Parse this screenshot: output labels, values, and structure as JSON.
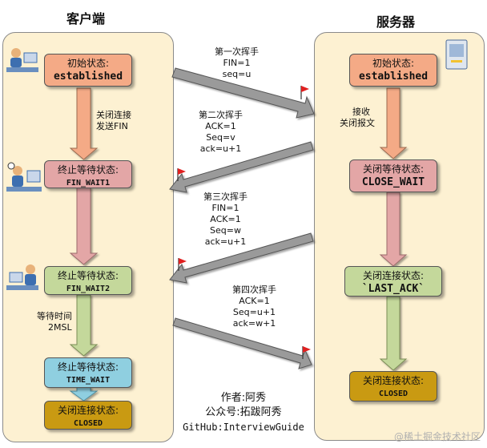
{
  "client": {
    "title": "客户端",
    "states": [
      {
        "label": "初始状态:",
        "state": "established",
        "color": "#f4aa86"
      },
      {
        "label": "终止等待状态:",
        "state": "FIN_WAIT1",
        "color": "#e3a6a6"
      },
      {
        "label": "终止等待状态:",
        "state": "FIN_WAIT2",
        "color": "#c4d89b"
      },
      {
        "label": "终止等待状态:",
        "state": "TIME_WAIT",
        "color": "#8fcfe0"
      },
      {
        "label": "关闭连接状态:",
        "state": "CLOSED",
        "color": "#c99a12"
      }
    ],
    "transition_close": [
      "关闭连接",
      "发送FIN"
    ],
    "transition_wait": [
      "等待时间",
      "2MSL"
    ]
  },
  "server": {
    "title": "服务器",
    "states": [
      {
        "label": "初始状态:",
        "state": "established",
        "color": "#f4aa86"
      },
      {
        "label": "关闭等待状态:",
        "state": "CLOSE_WAIT",
        "color": "#e3a6a6"
      },
      {
        "label": "关闭连接状态:",
        "state": "`LAST_ACK`",
        "color": "#c4d89b"
      },
      {
        "label": "关闭连接状态:",
        "state": "CLOSED",
        "color": "#c99a12"
      }
    ],
    "transition_recv": [
      "接收",
      "关闭报文"
    ]
  },
  "waves": [
    {
      "lines": [
        "第一次挥手",
        "FIN=1",
        "seq=u"
      ]
    },
    {
      "lines": [
        "第二次挥手",
        "ACK=1",
        "Seq=v",
        "ack=u+1"
      ]
    },
    {
      "lines": [
        "第三次挥手",
        "FIN=1",
        "ACK=1",
        "Seq=w",
        "ack=u+1"
      ]
    },
    {
      "lines": [
        "第四次挥手",
        "ACK=1",
        "Seq=u+1",
        "ack=w+1"
      ]
    }
  ],
  "footer": {
    "author": "作者:阿秀",
    "wechat": "公众号:拓跋阿秀",
    "github": "GitHub:InterviewGuide"
  },
  "watermark": "@稀土掘金技术社区"
}
